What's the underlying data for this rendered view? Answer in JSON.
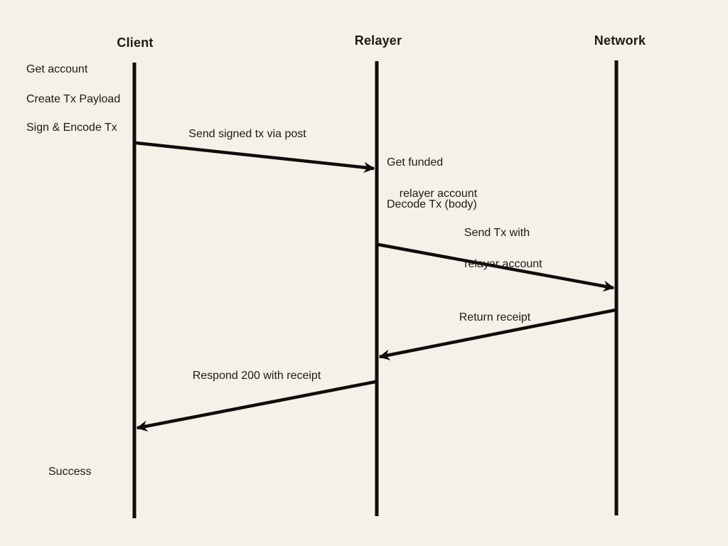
{
  "diagram": {
    "type": "sequence-diagram",
    "background_color": "#f5f0e8",
    "line_color": "#0f0d0b",
    "text_color": "#1c1a17",
    "actors": [
      {
        "label": "Client"
      },
      {
        "label": "Relayer"
      },
      {
        "label": "Network"
      }
    ],
    "client_steps": [
      {
        "label": "Get account"
      },
      {
        "label": "Create Tx Payload"
      },
      {
        "label": "Sign & Encode Tx"
      }
    ],
    "messages": {
      "send_signed_tx": "Send signed tx via post",
      "get_funded_line1": "Get funded",
      "get_funded_line2": "relayer account",
      "decode_tx": "Decode Tx (body)",
      "send_tx_line1": "Send Tx with",
      "send_tx_line2": "relayer account",
      "return_receipt": "Return receipt",
      "respond_200": "Respond 200 with receipt",
      "success": "Success"
    },
    "flow_summary": [
      {
        "from": "Client",
        "to": "Relayer",
        "label": "Send signed tx via post"
      },
      {
        "from": "Relayer",
        "to": "Network",
        "label": "Send Tx with relayer account"
      },
      {
        "from": "Network",
        "to": "Relayer",
        "label": "Return receipt"
      },
      {
        "from": "Relayer",
        "to": "Client",
        "label": "Respond 200 with receipt"
      }
    ]
  }
}
